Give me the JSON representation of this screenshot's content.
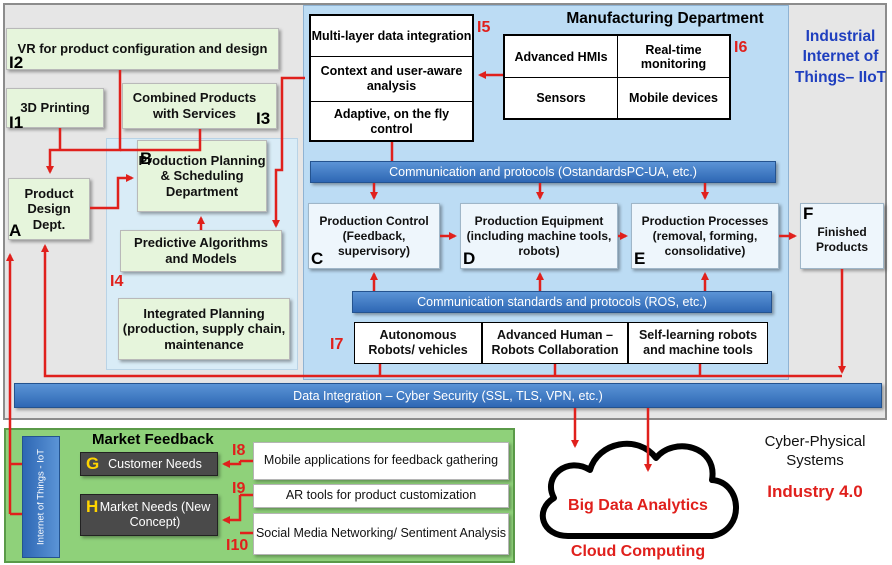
{
  "header": {
    "manufacturing_department": "Manufacturing Department",
    "iiot_title": "Industrial Internet of Things– IIoT"
  },
  "left": {
    "vr": "VR for product configuration and design",
    "printing3d": "3D Printing",
    "combined": "Combined Products with Services",
    "product_design": "Product Design Dept.",
    "production_planning": "Production Planning & Scheduling Department",
    "predictive": "Predictive Algorithms and Models",
    "integrated": "Integrated Planning (production, supply chain, maintenance"
  },
  "labels": {
    "A": "A",
    "B": "B",
    "C": "C",
    "D": "D",
    "E": "E",
    "F": "F",
    "G": "G",
    "H": "H",
    "I1": "I1",
    "I2": "I2",
    "I3": "I3",
    "I4": "I4",
    "I5": "I5",
    "I6": "I6",
    "I7": "I7",
    "I8": "I8",
    "I9": "I9",
    "I10": "I10"
  },
  "data_layer": {
    "items": [
      "Multi-layer data integration",
      "Context and user-aware analysis",
      "Adaptive, on the fly control"
    ]
  },
  "hmi": {
    "items": [
      "Advanced HMIs",
      "Real-time monitoring",
      "Sensors",
      "Mobile devices"
    ]
  },
  "bars": {
    "comm_protocols": "Communication and protocols (OstandardsPC-UA, etc.)",
    "comm_standards": "Communication standards and protocols (ROS, etc.)",
    "data_integration": "Data Integration – Cyber Security (SSL, TLS, VPN, etc.)"
  },
  "production": {
    "control": "Production Control (Feedback, supervisory)",
    "equipment": "Production Equipment (including machine tools, robots)",
    "processes": "Production Processes (removal, forming, consolidative)",
    "finished": "Finished Products"
  },
  "robots": {
    "items": [
      "Autonomous Robots/ vehicles",
      "Advanced Human – Robots Collaboration",
      "Self-learning robots and machine tools"
    ]
  },
  "market": {
    "title": "Market Feedback",
    "iot_vertical": "Internet of Things - IoT",
    "customer_needs": "Customer Needs",
    "market_needs": "Market Needs (New Concept)",
    "feedback_tools": [
      "Mobile applications for feedback gathering",
      "AR tools for product customization",
      "Social Media Networking/ Sentiment Analysis"
    ]
  },
  "right_bottom": {
    "cps": "Cyber-Physical Systems",
    "industry": "Industry 4.0",
    "big_data": "Big Data Analytics",
    "cloud": "Cloud Computing"
  },
  "colors": {
    "arrow_red": "#e0201c",
    "dept_blue": "#bcdcf4",
    "bar_blue": "#2e67b4",
    "title_blue": "#1f3fbf",
    "box_green": "#e6f5dc"
  }
}
